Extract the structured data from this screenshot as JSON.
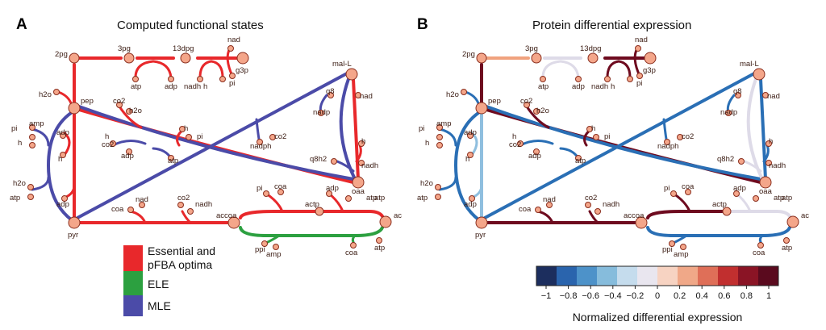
{
  "panels": [
    {
      "letter": "A",
      "title": "Computed functional states",
      "labels": [
        "2pg",
        "3pg",
        "13dpg",
        "nad",
        "g3p",
        "pi",
        "atp",
        "adp",
        "nadh",
        "h",
        "mal-L",
        "h2o",
        "pep",
        "co2",
        "h2o",
        "q8",
        "nad",
        "pi",
        "amp",
        "h",
        "adp",
        "h",
        "pi",
        "nadp",
        "co2",
        "h",
        "co2",
        "adp",
        "nadph",
        "h",
        "h",
        "atp",
        "q8h2",
        "nadh",
        "h2o",
        "atp",
        "adp",
        "oaa",
        "atp",
        "pi",
        "coa",
        "adp",
        "atp",
        "coa",
        "nad",
        "co2",
        "nadh",
        "actp",
        "ac",
        "pyr",
        "accoa",
        "ppi",
        "amp",
        "coa",
        "atp"
      ]
    },
    {
      "letter": "B",
      "title": "Protein differential expression",
      "labels": [
        "2pg",
        "3pg",
        "13dpg",
        "nad",
        "g3p",
        "pi",
        "atp",
        "adp",
        "nadh",
        "h",
        "mal-L",
        "h2o",
        "pep",
        "co2",
        "h2o",
        "q8",
        "nad",
        "pi",
        "amp",
        "h",
        "adp",
        "h",
        "pi",
        "nadp",
        "co2",
        "h",
        "co2",
        "adp",
        "nadph",
        "h",
        "h",
        "atp",
        "q8h2",
        "nadh",
        "h2o",
        "atp",
        "adp",
        "oaa",
        "atp",
        "pi",
        "coa",
        "adp",
        "atp",
        "coa",
        "nad",
        "co2",
        "nadh",
        "actp",
        "ac",
        "pyr",
        "accoa",
        "ppi",
        "amp",
        "coa",
        "atp"
      ]
    }
  ],
  "legend": {
    "items": [
      {
        "label_lines": [
          "Essential and",
          "pFBA optima"
        ],
        "color": "#e8282b"
      },
      {
        "label_lines": [
          "ELE"
        ],
        "color": "#2ca040"
      },
      {
        "label_lines": [
          "MLE"
        ],
        "color": "#4b4ba8"
      }
    ]
  },
  "colorbar": {
    "title": "Normalized differential expression",
    "ticks": [
      "−1",
      "−0.8",
      "−0.6",
      "−0.4",
      "−0.2",
      "0",
      "0.2",
      "0.4",
      "0.6",
      "0.8",
      "1"
    ],
    "colors": [
      "#1c2e5e",
      "#2a64ad",
      "#4d92c9",
      "#86bcdc",
      "#c5dced",
      "#e9e6ef",
      "#f7d3c2",
      "#f0a888",
      "#df6f58",
      "#c12f2f",
      "#8a1425",
      "#5a0a1e"
    ]
  },
  "state_colors": {
    "essential": "#e8282b",
    "ele": "#2ca040",
    "mle": "#4b4ba8"
  },
  "expression_colors": {
    "dark_red": "#6e0b1f",
    "blue": "#2a6fb5",
    "light_blue": "#8fbfdf",
    "light_gray": "#dedbe8",
    "salmon": "#f0a27e"
  },
  "icons": {
    "metabolite": "circle-node",
    "flux_arrow": "arrowhead-icon"
  }
}
